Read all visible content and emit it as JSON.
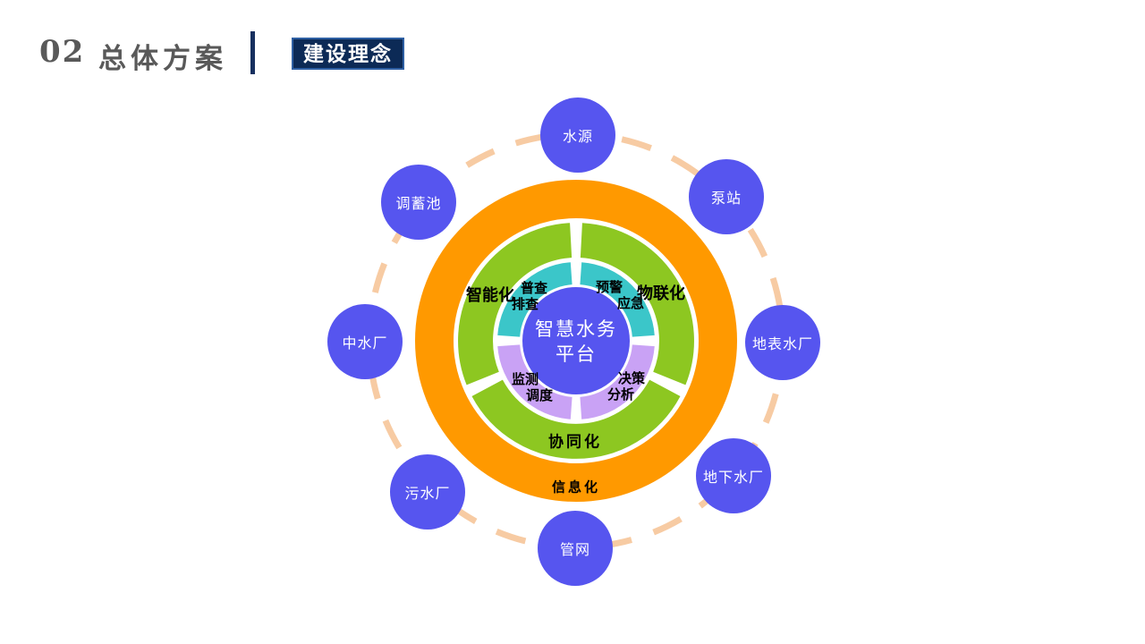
{
  "header": {
    "section_number": "02",
    "section_title": "总体方案",
    "badge_label": "建设理念"
  },
  "diagram": {
    "center_platform": {
      "line1": "智慧水务",
      "line2": "平台"
    },
    "inner_capabilities": {
      "top_left": {
        "line1": "普查",
        "line2": "排查"
      },
      "top_right": {
        "line1": "预警",
        "line2": "应急"
      },
      "bottom_left": {
        "line1": "监测",
        "line2": "调度"
      },
      "bottom_right": {
        "line1": "决策",
        "line2": "分析"
      }
    },
    "ring_labels": {
      "smart": "智能化",
      "iot": "物联化",
      "collaboration": "协同化",
      "informatization": "信息化"
    },
    "satellites": [
      {
        "label": "水源"
      },
      {
        "label": "泵站"
      },
      {
        "label": "地表水厂"
      },
      {
        "label": "地下水厂"
      },
      {
        "label": "管网"
      },
      {
        "label": "污水厂"
      },
      {
        "label": "中水厂"
      },
      {
        "label": "调蓄池"
      }
    ],
    "colors": {
      "orange_ring": "#FF9900",
      "green_ring": "#8DC721",
      "teal_segment": "#3BC6C9",
      "purple_segment": "#C9A2F5",
      "center_circle": "#5655EF",
      "satellite_circle": "#5655EF",
      "dashed_orbit": "#F7CBA3",
      "badge_background": "#0C2A56",
      "badge_border": "#2E5FA3",
      "title_gray": "#595959",
      "divider_navy": "#17305F"
    }
  }
}
